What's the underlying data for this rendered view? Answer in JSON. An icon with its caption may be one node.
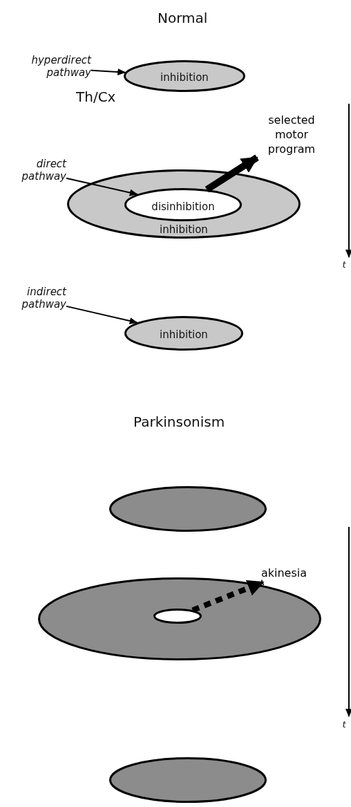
{
  "diagram": {
    "nodes": [
      {
        "text": [
          "hyperdirect pathway"
        ]
      },
      {
        "text": [
          "inhibition"
        ]
      },
      {
        "text": [
          "direct pathway"
        ]
      },
      {
        "text": [
          "inhibition"
        ]
      },
      {
        "text": [
          "disinhibition"
        ],
        "in": 3
      },
      {
        "text": [
          "selected motor program"
        ]
      },
      {
        "text": [
          "indirect pathway"
        ]
      },
      {
        "text": [
          "inhibition"
        ]
      },
      {
        "text": [],
        "shape": "ellipse"
      },
      {
        "text": [],
        "shape": "ellipse"
      },
      {
        "text": [],
        "shape": "ellipse",
        "in": 9
      },
      {
        "text": [
          "akinesia"
        ]
      },
      {
        "text": [],
        "shape": "ellipse"
      }
    ],
    "edges": [
      {
        "from": 0,
        "to": 1,
        "arrow": "to"
      },
      {
        "from": 2,
        "to": 4,
        "arrow": "to"
      },
      {
        "from": 4,
        "to": 5,
        "arrow": "to",
        "style": "thick"
      },
      {
        "from": 6,
        "to": 7,
        "arrow": "to"
      },
      {
        "from": 10,
        "to": 11,
        "arrow": "to",
        "style": "dashed"
      }
    ],
    "labels": [
      "Normal",
      "Th/Cx",
      "t",
      "Parkinsonism",
      "t"
    ]
  }
}
